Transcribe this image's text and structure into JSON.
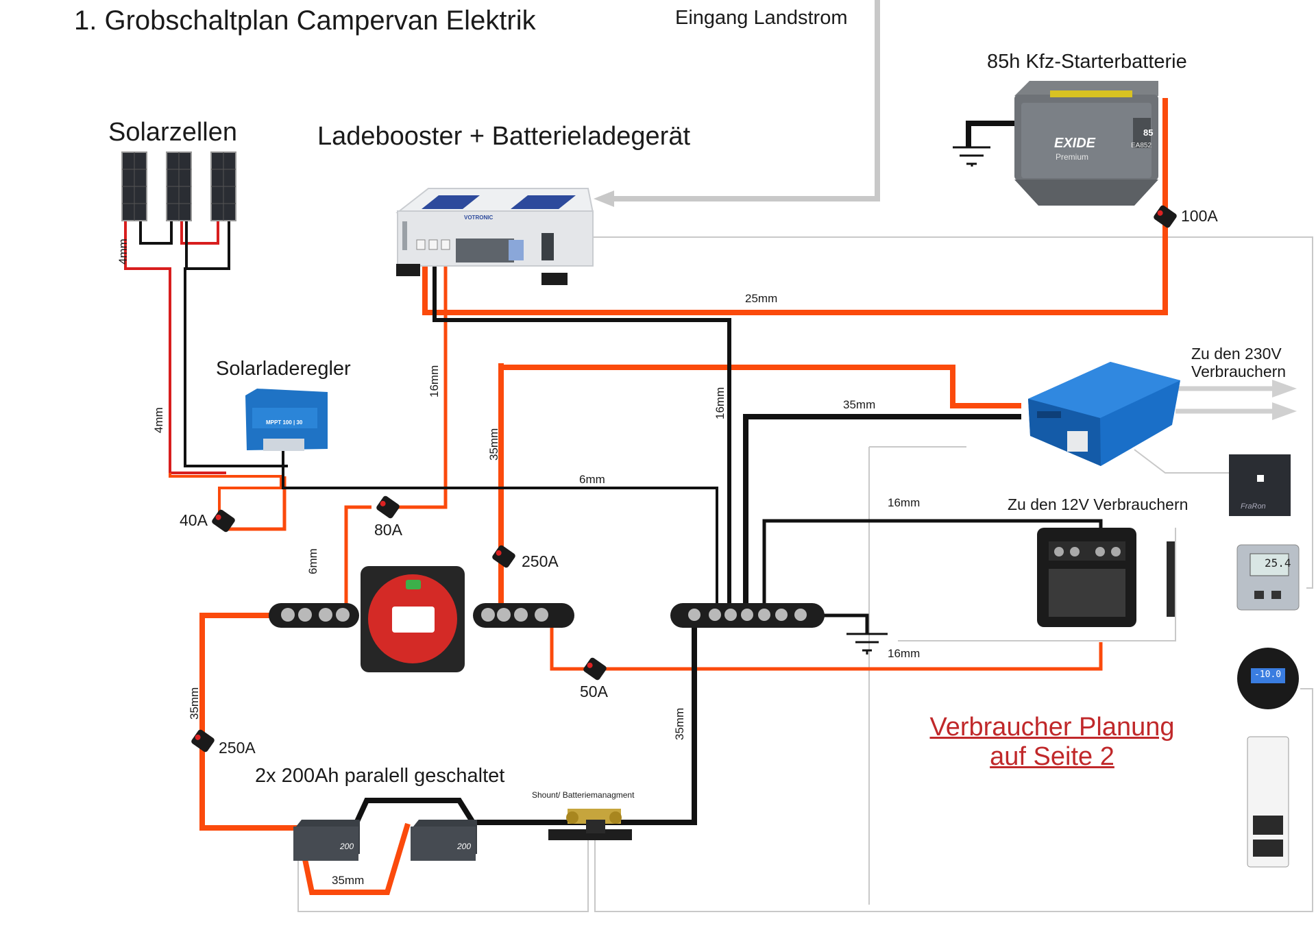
{
  "title": "1. Grobschaltplan Campervan Elektrik",
  "labels": {
    "shore_power": "Eingang Landstrom",
    "starter_battery": "85h Kfz-Starterbatterie",
    "solar_panels": "Solarzellen",
    "booster_charger": "Ladebooster + Batterieladegerät",
    "solar_controller": "Solarladeregler",
    "to_230v_line1": "Zu den 230V",
    "to_230v_line2": "Verbrauchern",
    "to_12v": "Zu den 12V Verbrauchern",
    "batteries": "2x 200Ah paralell geschaltet",
    "shunt": "Shount/ Batteriemanagment"
  },
  "link": {
    "line1": "Verbraucher Planung",
    "line2": "auf Seite 2"
  },
  "fuses": {
    "starter": "100A",
    "solar": "40A",
    "booster": "80A",
    "inverter": "250A",
    "battery": "250A",
    "fuse_block": "50A"
  },
  "cables": {
    "booster_to_starter": "25mm",
    "panel_leads": "4mm",
    "controller_feed": "4mm",
    "booster_out": "16mm",
    "inverter_plus": "35mm",
    "inverter_minus": "35mm",
    "ground_booster": "16mm",
    "controller_neg": "6mm",
    "controller_fuse": "6mm",
    "fuse_block_neg": "16mm",
    "ground_bus": "16mm",
    "battery_plus": "35mm",
    "shunt_line": "35mm",
    "battery_bridge": "35mm"
  },
  "device_text": {
    "booster_brand": "VOTRONIC",
    "battery_brand": "EXIDE",
    "battery_sub": "Premium",
    "battery_model": "EA852",
    "battery_cap": "85",
    "mppt_model": "MPPT 100 | 30",
    "lithium_capacity": "200",
    "display_value": "25.4",
    "monitor_value": "-10.0",
    "panel_brand": "FraRon"
  },
  "colors": {
    "positive": "#fb4a0c",
    "negative": "#111111",
    "solar_positive": "#d81e1e",
    "signal": "#c8c8c8",
    "link": "#c0282a"
  }
}
